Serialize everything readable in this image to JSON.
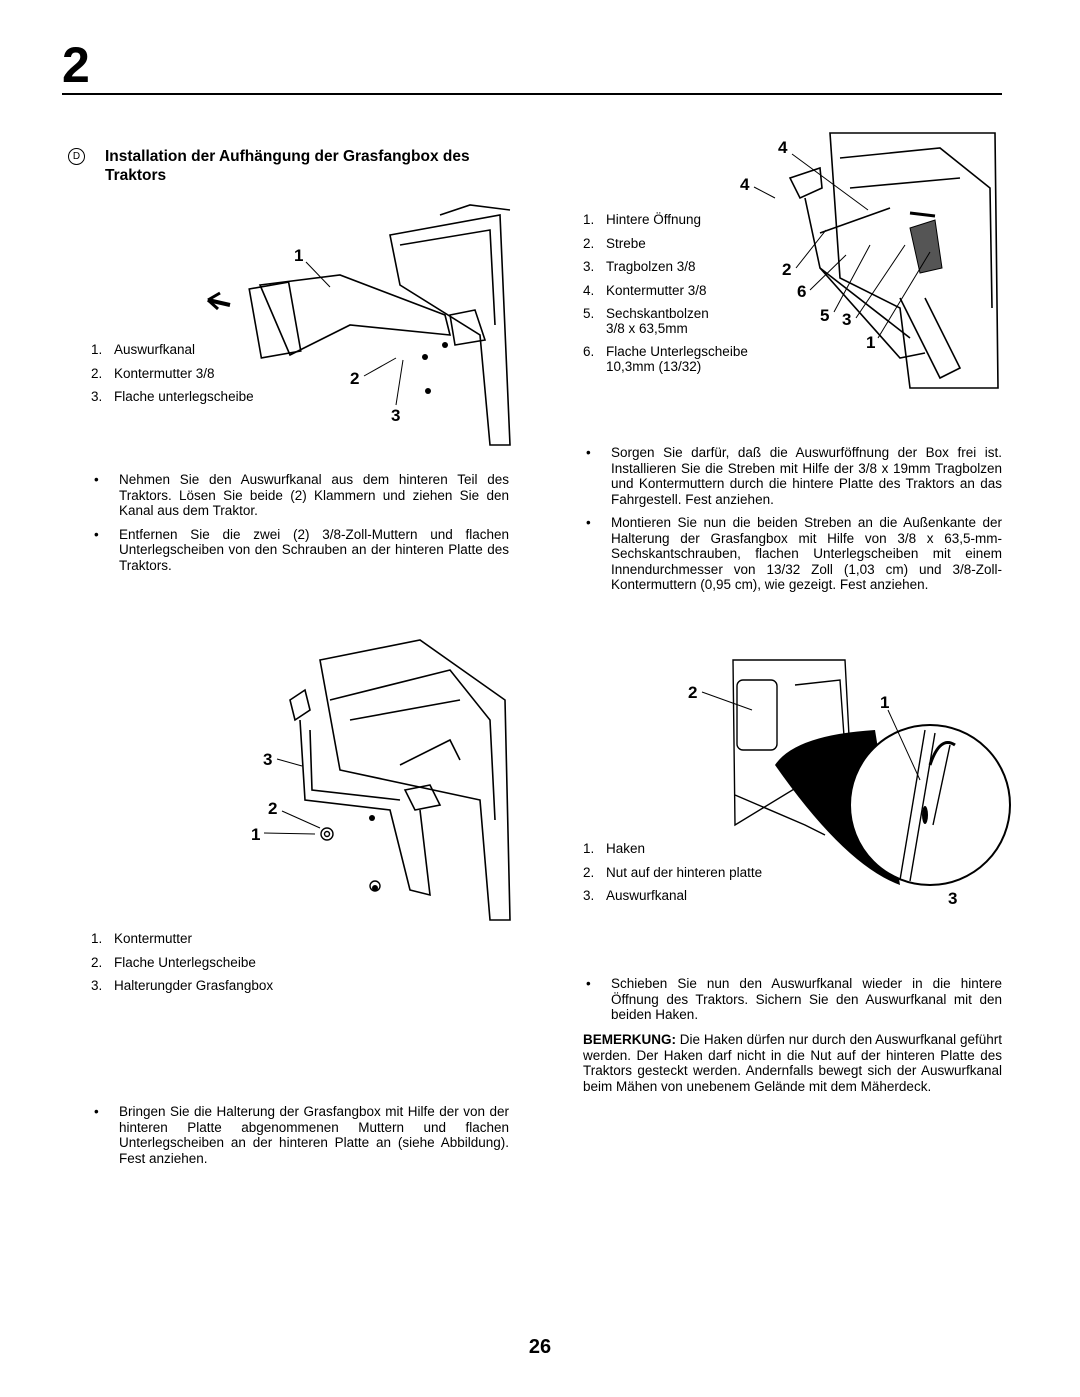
{
  "header": {
    "chapter": "2"
  },
  "section": {
    "lang_tag": "D",
    "title": "Installation der Aufhängung der Grasfangbox des Traktors"
  },
  "figure1": {
    "callouts": [
      "1",
      "2",
      "3"
    ],
    "legend": [
      {
        "num": "1.",
        "text": "Auswurfkanal"
      },
      {
        "num": "2.",
        "text": "Kontermutter 3/8"
      },
      {
        "num": "3.",
        "text": "Flache  unterlegscheibe"
      }
    ]
  },
  "bullets_left": [
    "Nehmen Sie den Auswurfkanal aus dem hinteren Teil des Traktors. Lösen Sie beide (2) Klammern und ziehen Sie den Kanal aus dem Traktor.",
    "Entfernen Sie die zwei (2) 3/8-Zoll-Muttern und flachen Unterlegscheiben von den Schrauben an der hinteren Platte des Traktors."
  ],
  "figure2": {
    "callouts": [
      "3",
      "2",
      "1"
    ],
    "legend": [
      {
        "num": "1.",
        "text": "Kontermutter"
      },
      {
        "num": "2.",
        "text": "Flache  Unterlegscheibe"
      },
      {
        "num": "3.",
        "text": "Halterungder  Grasfangbox"
      }
    ]
  },
  "bullet_left_bottom": "Bringen Sie die Halterung der Grasfangbox mit Hilfe der von der hinteren Platte abgenommenen Muttern und flachen Unterlegscheiben an der hinteren Platte an (siehe Abbildung). Fest anziehen.",
  "figure3": {
    "callouts": [
      "4",
      "4",
      "2",
      "6",
      "5",
      "3",
      "1"
    ],
    "legend": [
      {
        "num": "1.",
        "text": "Hintere Öffnung"
      },
      {
        "num": "2.",
        "text": "Strebe"
      },
      {
        "num": "3.",
        "text": "Tragbolzen  3/8"
      },
      {
        "num": "4.",
        "text": "Kontermutter 3/8"
      },
      {
        "num": "5.",
        "text": "Sechskantbolzen\n3/8 x 63,5mm"
      },
      {
        "num": "6.",
        "text": "Flache  Unterlegscheibe\n10,3mm  (13/32)"
      }
    ]
  },
  "bullets_right": [
    "Sorgen Sie darfür, daß die Auswurföffnung der Box frei ist. Installieren Sie die Streben mit Hilfe der 3/8 x 19mm Tragbolzen und Kontermuttern durch die hintere Platte des Traktors an das Fahrgestell. Fest anziehen.",
    "Montieren Sie nun die beiden Streben an die Außenkante der Halterung der Grasfangbox mit Hilfe von 3/8 x 63,5-mm-Sechskantschrauben, flachen Unterlegscheiben mit einem Innendurchmesser von 13/32 Zoll (1,03 cm) und 3/8-Zoll-Kontermuttern (0,95 cm), wie gezeigt. Fest anziehen."
  ],
  "figure4": {
    "callouts": [
      "2",
      "1",
      "3"
    ],
    "legend": [
      {
        "num": "1.",
        "text": "Haken"
      },
      {
        "num": "2.",
        "text": "Nut auf der hinteren platte"
      },
      {
        "num": "3.",
        "text": "Auswurfkanal"
      }
    ]
  },
  "bullet_right_bottom": "Schieben Sie nun den Auswurfkanal wieder in die hintere Öffnung des Traktors. Sichern Sie den Auswurfkanal mit den beiden Haken.",
  "note": {
    "label": "BEMERKUNG:",
    "text": " Die Haken dürfen nur durch den Auswurfkanal geführt werden. Der Haken darf nicht in die Nut auf der hinteren Platte des Traktors gesteckt werden. Andernfalls bewegt sich der Auswurfkanal beim Mähen von unebenem Gelände mit dem Mäherdeck."
  },
  "footer": {
    "page_number": "26"
  }
}
